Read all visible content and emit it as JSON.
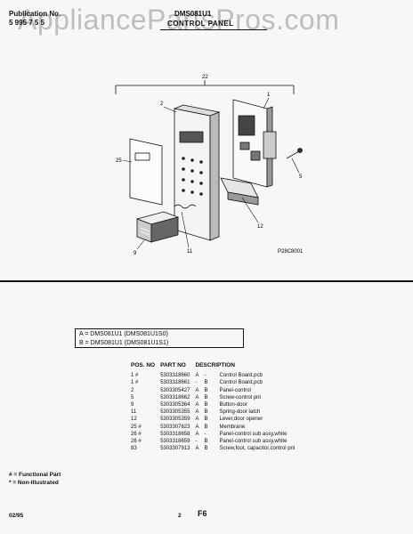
{
  "header": {
    "publication_label": "Publication No.",
    "publication_value": "5 995 7 5 5",
    "model": "DMS081U1",
    "section": "CONTROL PANEL",
    "watermark": "AppliancePartsPros.com"
  },
  "diagram": {
    "callouts": [
      "22",
      "1",
      "2",
      "25",
      "5",
      "12",
      "9",
      "11"
    ],
    "figure_code": "P28C8001"
  },
  "legend": {
    "a": "A = DMS081U1 (DMS081U1S0)",
    "b": "B = DMS081U1 (DMS081U1S1)"
  },
  "table": {
    "headers": [
      "POS. NO",
      "PART NO",
      "DESCRIPTION"
    ],
    "rows": [
      {
        "pos": "1 #",
        "part": "5303318660",
        "a": "A",
        "b": "-",
        "desc": "Control Board,pcb"
      },
      {
        "pos": "1 #",
        "part": "5303318661",
        "a": "-",
        "b": "B",
        "desc": "Control Board,pcb"
      },
      {
        "pos": "2",
        "part": "5303305427",
        "a": "A",
        "b": "B",
        "desc": "Panel-control"
      },
      {
        "pos": "5",
        "part": "5303318662",
        "a": "A",
        "b": "B",
        "desc": "Screw-control pnl"
      },
      {
        "pos": "9",
        "part": "5303305364",
        "a": "A",
        "b": "B",
        "desc": "Button-door"
      },
      {
        "pos": "11",
        "part": "5303305355",
        "a": "A",
        "b": "B",
        "desc": "Spring-door latch"
      },
      {
        "pos": "12",
        "part": "5303305359",
        "a": "A",
        "b": "B",
        "desc": "Lever,door opener"
      },
      {
        "pos": "25 #",
        "part": "5303307623",
        "a": "A",
        "b": "B",
        "desc": "Membrane"
      },
      {
        "pos": "26 #",
        "part": "5303318658",
        "a": "A",
        "b": "-",
        "desc": "Panel-control sub assy,white"
      },
      {
        "pos": "26 #",
        "part": "5303318659",
        "a": "-",
        "b": "B",
        "desc": "Panel-control sub assy,white"
      },
      {
        "pos": "83",
        "part": "5303307913",
        "a": "A",
        "b": "B",
        "desc": "Screw,foot, capacitor,control pnl"
      }
    ]
  },
  "notes": {
    "functional": "# = Functional Part",
    "non_illustrated": "* = Non-Illustrated"
  },
  "footer": {
    "date": "02/95",
    "page": "2",
    "code": "F6"
  }
}
